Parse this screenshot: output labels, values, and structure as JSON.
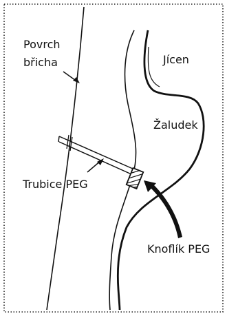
{
  "labels": {
    "povrch": "Povrch",
    "bricha": "břicha",
    "jicen": "Jícen",
    "zaludek": "Žaludek",
    "trubice": "Trubice PEG",
    "knoflik": "Knoflík PEG"
  },
  "colors": {
    "ink": "#111111",
    "border": "#222222",
    "background": "#ffffff"
  }
}
